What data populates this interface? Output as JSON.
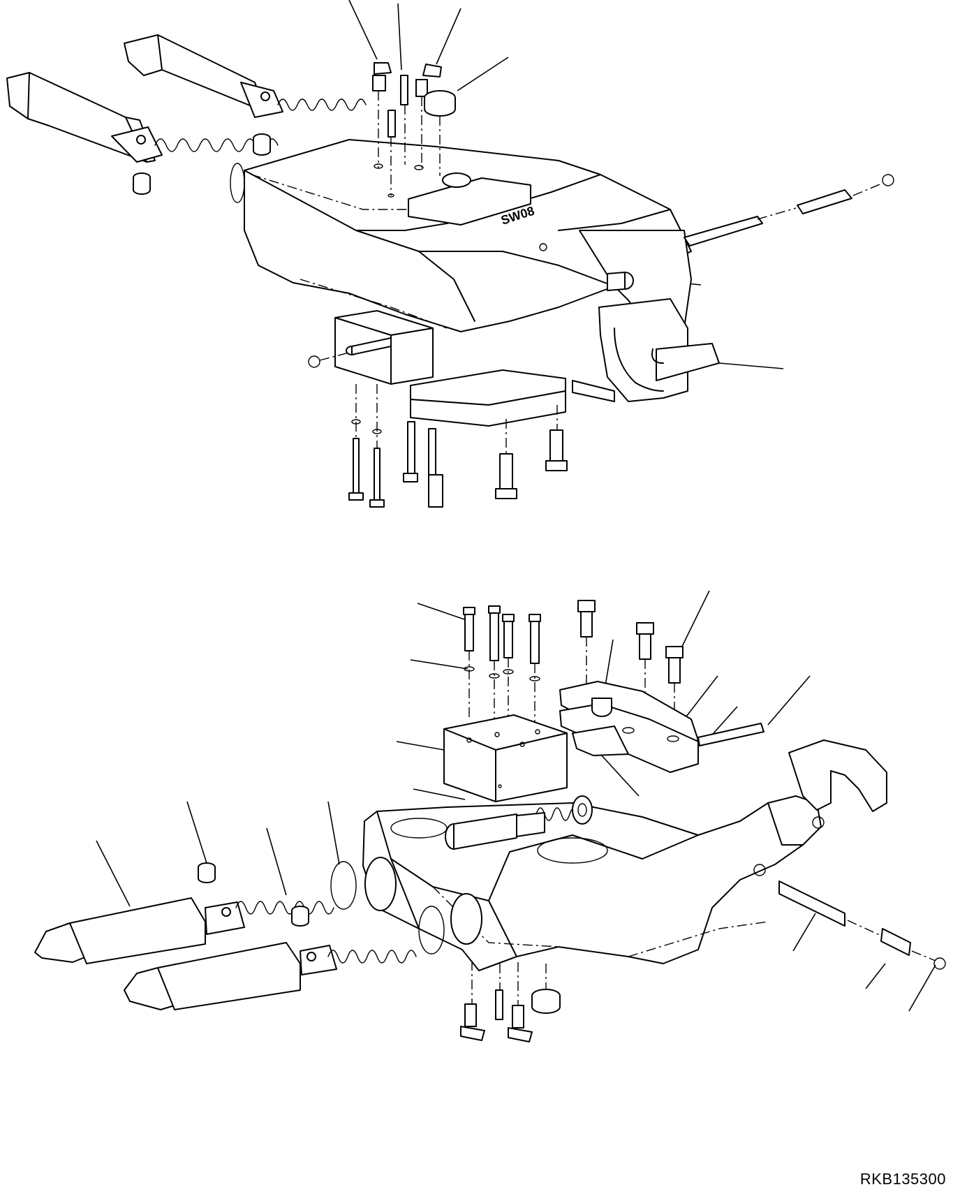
{
  "drawing": {
    "code": "RKB135300",
    "part_marking": "SW08"
  },
  "views": [
    {
      "id": "view-upper",
      "description_key": "assembled"
    },
    {
      "id": "view-lower",
      "description_key": "inverted"
    }
  ],
  "colors": {
    "line": "#000000",
    "background": "#ffffff"
  }
}
